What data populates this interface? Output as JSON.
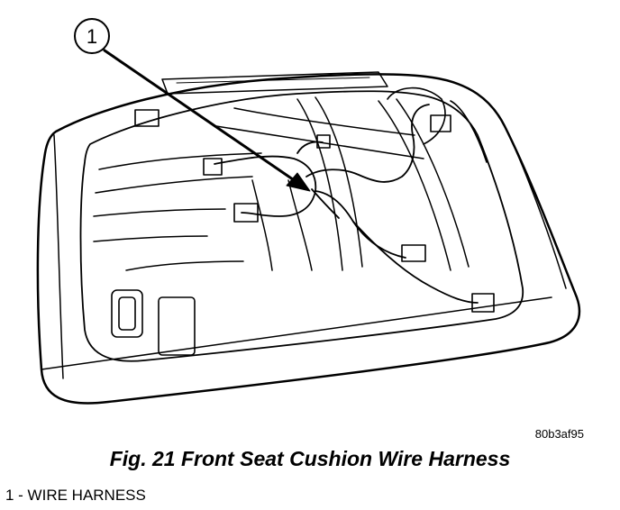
{
  "figure": {
    "callout_number": "1",
    "image_code": "80b3af95",
    "caption": "Fig. 21 Front Seat Cushion Wire Harness",
    "legend": [
      {
        "label": "1 - WIRE HARNESS"
      }
    ]
  },
  "colors": {
    "line": "#000000",
    "background": "#ffffff"
  }
}
